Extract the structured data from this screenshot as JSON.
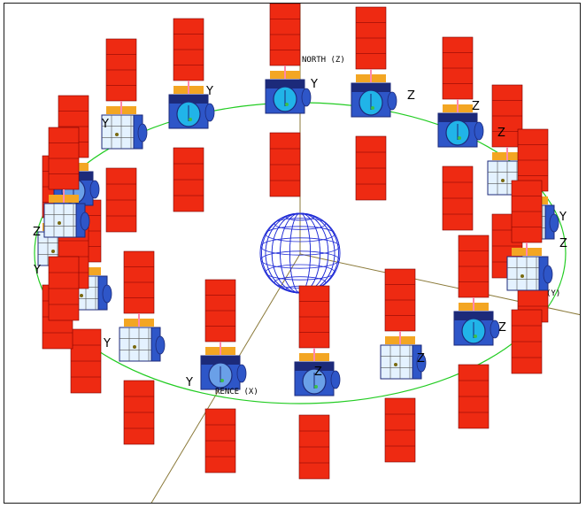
{
  "axes": {
    "north_label": "NORTH (Z)",
    "reference_label": "RENCE (X)",
    "y_label": "(Y)"
  },
  "colors": {
    "orbit": "#22cc22",
    "axis": "#8b7a3a",
    "earth": "#1f2bd6",
    "panel": "#ee2a12",
    "panel_line": "#7a0000",
    "bus_dark": "#1c2a7a",
    "bus_mid": "#2e56c8",
    "bus_light": "#e4f2ff",
    "dish": "#21b4e8",
    "gold": "#f3a623"
  },
  "satellites": [
    {
      "id": "s1",
      "label": "Y"
    },
    {
      "id": "s2",
      "label": "Y"
    },
    {
      "id": "s3",
      "label": "Y"
    },
    {
      "id": "s4",
      "label": "Z"
    },
    {
      "id": "s5",
      "label": "Z"
    },
    {
      "id": "s6",
      "label": "Z"
    },
    {
      "id": "s7",
      "label": "Y"
    },
    {
      "id": "s8",
      "label": "Z"
    },
    {
      "id": "s9",
      "label": "Z"
    },
    {
      "id": "s10",
      "label": "Z"
    },
    {
      "id": "s11",
      "label": "Z"
    },
    {
      "id": "s12",
      "label": "Y"
    },
    {
      "id": "s13",
      "label": "Y"
    },
    {
      "id": "s14",
      "label": "Y"
    },
    {
      "id": "s15",
      "label": "Z"
    },
    {
      "id": "s16",
      "label": "Z"
    },
    {
      "id": "s17",
      "label": "Y"
    }
  ]
}
